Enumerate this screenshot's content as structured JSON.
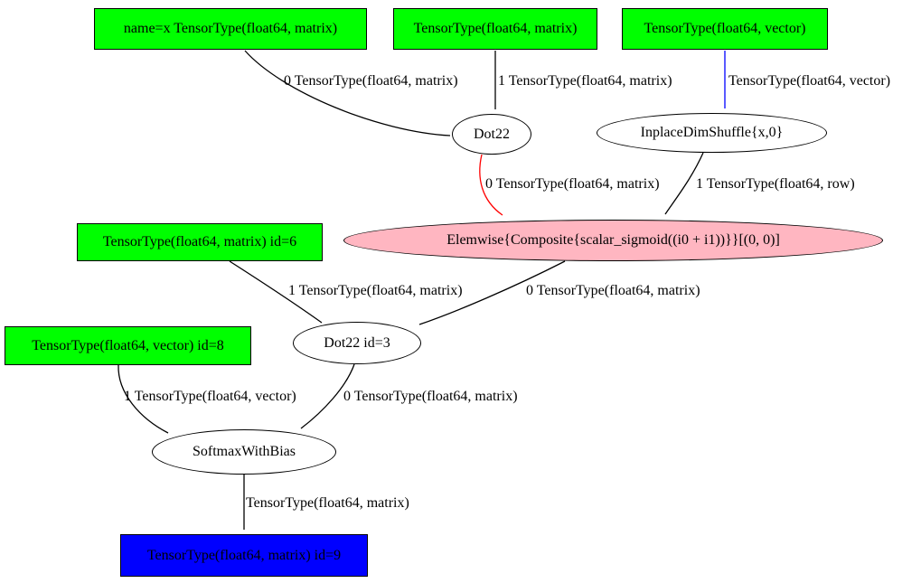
{
  "graph": {
    "kind": "theano-computation-graph",
    "colors": {
      "input_node_fill": "#00ff00",
      "apply_node_fill": "#ffffff",
      "elemwise_node_fill": "#ffb6c1",
      "output_node_fill": "#0000ff",
      "edge_default": "#000000",
      "edge_highlight_red": "#ff0000",
      "edge_highlight_blue": "#0000ff",
      "node_border": "#000000"
    },
    "nodes": {
      "box_x": {
        "label": "name=x TensorType(float64, matrix)",
        "shape": "box",
        "fill": "#00ff00"
      },
      "box_matrix": {
        "label": "TensorType(float64, matrix)",
        "shape": "box",
        "fill": "#00ff00"
      },
      "box_vector": {
        "label": "TensorType(float64, vector)",
        "shape": "box",
        "fill": "#00ff00"
      },
      "dot22": {
        "label": "Dot22",
        "shape": "ellipse",
        "fill": "#ffffff"
      },
      "dimshuffle": {
        "label": "InplaceDimShuffle{x,0}",
        "shape": "ellipse",
        "fill": "#ffffff"
      },
      "elemwise": {
        "label": "Elemwise{Composite{scalar_sigmoid((i0 + i1))}}[(0, 0)]",
        "shape": "ellipse",
        "fill": "#ffb6c1"
      },
      "box_id6": {
        "label": "TensorType(float64, matrix) id=6",
        "shape": "box",
        "fill": "#00ff00"
      },
      "dot22_id3": {
        "label": "Dot22 id=3",
        "shape": "ellipse",
        "fill": "#ffffff"
      },
      "box_id8": {
        "label": "TensorType(float64, vector) id=8",
        "shape": "box",
        "fill": "#00ff00"
      },
      "softmax": {
        "label": "SoftmaxWithBias",
        "shape": "ellipse",
        "fill": "#ffffff"
      },
      "box_id9": {
        "label": "TensorType(float64, matrix) id=9",
        "shape": "box",
        "fill": "#0000ff"
      }
    },
    "edges": [
      {
        "from": "box_x",
        "to": "dot22",
        "label": "0 TensorType(float64, matrix)",
        "color": "#000000"
      },
      {
        "from": "box_matrix",
        "to": "dot22",
        "label": "1 TensorType(float64, matrix)",
        "color": "#000000"
      },
      {
        "from": "box_vector",
        "to": "dimshuffle",
        "label": "TensorType(float64, vector)",
        "color": "#0000ff"
      },
      {
        "from": "dot22",
        "to": "elemwise",
        "label": "0 TensorType(float64, matrix)",
        "color": "#ff0000"
      },
      {
        "from": "dimshuffle",
        "to": "elemwise",
        "label": "1 TensorType(float64, row)",
        "color": "#000000"
      },
      {
        "from": "box_id6",
        "to": "dot22_id3",
        "label": "1 TensorType(float64, matrix)",
        "color": "#000000"
      },
      {
        "from": "elemwise",
        "to": "dot22_id3",
        "label": "0 TensorType(float64, matrix)",
        "color": "#000000"
      },
      {
        "from": "box_id8",
        "to": "softmax",
        "label": "1 TensorType(float64, vector)",
        "color": "#000000"
      },
      {
        "from": "dot22_id3",
        "to": "softmax",
        "label": "0 TensorType(float64, matrix)",
        "color": "#000000"
      },
      {
        "from": "softmax",
        "to": "box_id9",
        "label": "TensorType(float64, matrix)",
        "color": "#000000"
      }
    ]
  }
}
